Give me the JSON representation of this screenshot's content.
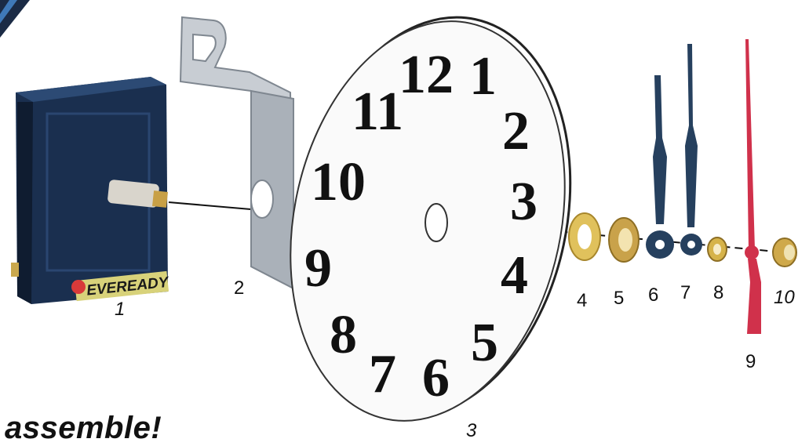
{
  "caption": "assemble!",
  "brand": "EVEREADY",
  "dial_numerals": [
    "12",
    "1",
    "2",
    "3",
    "4",
    "5",
    "6",
    "7",
    "8",
    "9",
    "10",
    "11"
  ],
  "part_labels": [
    "1",
    "2",
    "3",
    "4",
    "5",
    "6",
    "7",
    "8",
    "9",
    "10"
  ],
  "colors": {
    "movement": "#1a2f4f",
    "hands": "#26405e",
    "second_hand": "#d0314b",
    "brass": "#d6b34a",
    "bracket": "#b9bfc6"
  }
}
